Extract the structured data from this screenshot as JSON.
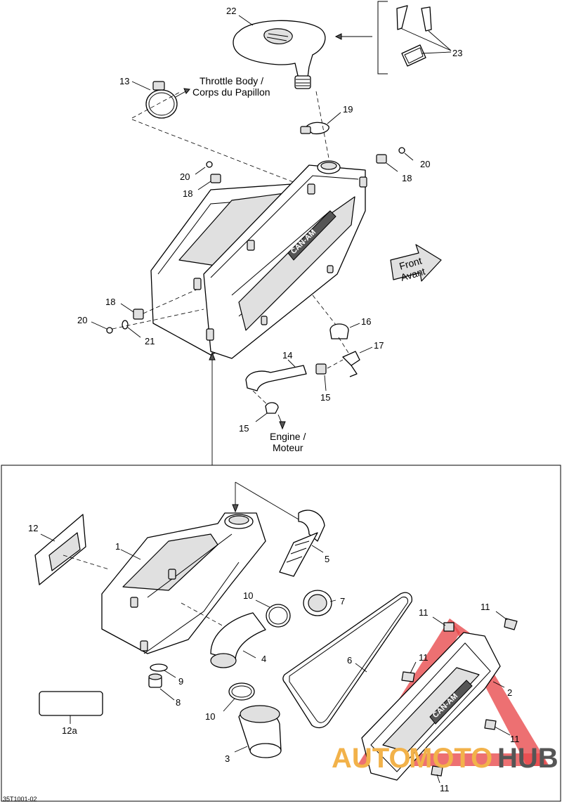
{
  "labels": {
    "p22": "22",
    "p23": "23",
    "p13": "13",
    "p19": "19",
    "p20a": "20",
    "p18a": "18",
    "p18b": "18",
    "p20b": "20",
    "p18c": "18",
    "p20c": "20",
    "p21": "21",
    "p16": "16",
    "p14": "14",
    "p17": "17",
    "p15a": "15",
    "p15b": "15",
    "p12": "12",
    "p1": "1",
    "p5": "5",
    "p10a": "10",
    "p7": "7",
    "p11a": "11",
    "p11b": "11",
    "p11c": "11",
    "p11d": "11",
    "p11e": "11",
    "p6": "6",
    "p4": "4",
    "p2": "2",
    "p9": "9",
    "p8": "8",
    "p10b": "10",
    "p3": "3",
    "p12a": "12a"
  },
  "notes": {
    "throttle_line1": "Throttle Body /",
    "throttle_line2": "Corps du Papillon",
    "engine_line1": "Engine /",
    "engine_line2": "Moteur",
    "front_line1": "Front",
    "front_line2": "Avant"
  },
  "brand_mark": "CAN-AM",
  "reference_code": "35T1001-02",
  "watermark": {
    "part1": "AUTO",
    "part2": "MOTO",
    "part3": "HUB",
    "color_triangle": "#e8484a",
    "color_auto": "#f2b24a",
    "color_hub": "#555555"
  }
}
